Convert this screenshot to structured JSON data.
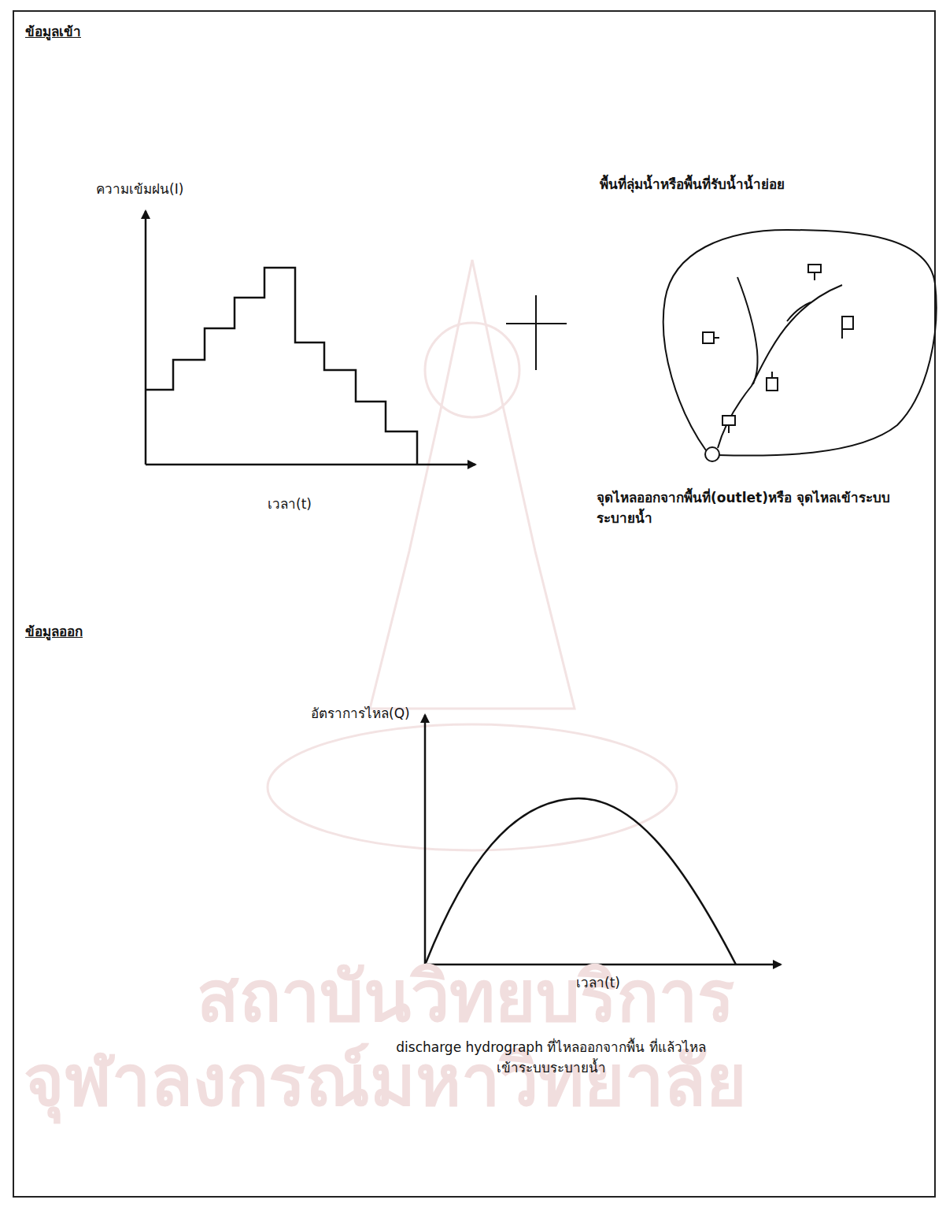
{
  "diagram": {
    "labels": [
      "ข้อมูลเข้า",
      "ความเข้มฝน(I)",
      "เวลา(t)",
      "พื้นที่ลุ่มน้ำหรือพื้นที่รับน้ำน้ำย่อย",
      "จุดไหลออกจากพื้นที่(outlet)หรือ จุดไหลเข้าระบบระบายน้ำ",
      "ข้อมูลออก",
      "อัตราการไหล(Q)",
      "เวลา(t)",
      "discharge hydrograph ที่ไหลออกจากพื้น ที่แล้วไหลเข้าระบบระบายน้ำ",
      "สถาบันวิทยบริการ",
      "จุฬาลงกรณ์มหาวิทยาลัย"
    ]
  }
}
